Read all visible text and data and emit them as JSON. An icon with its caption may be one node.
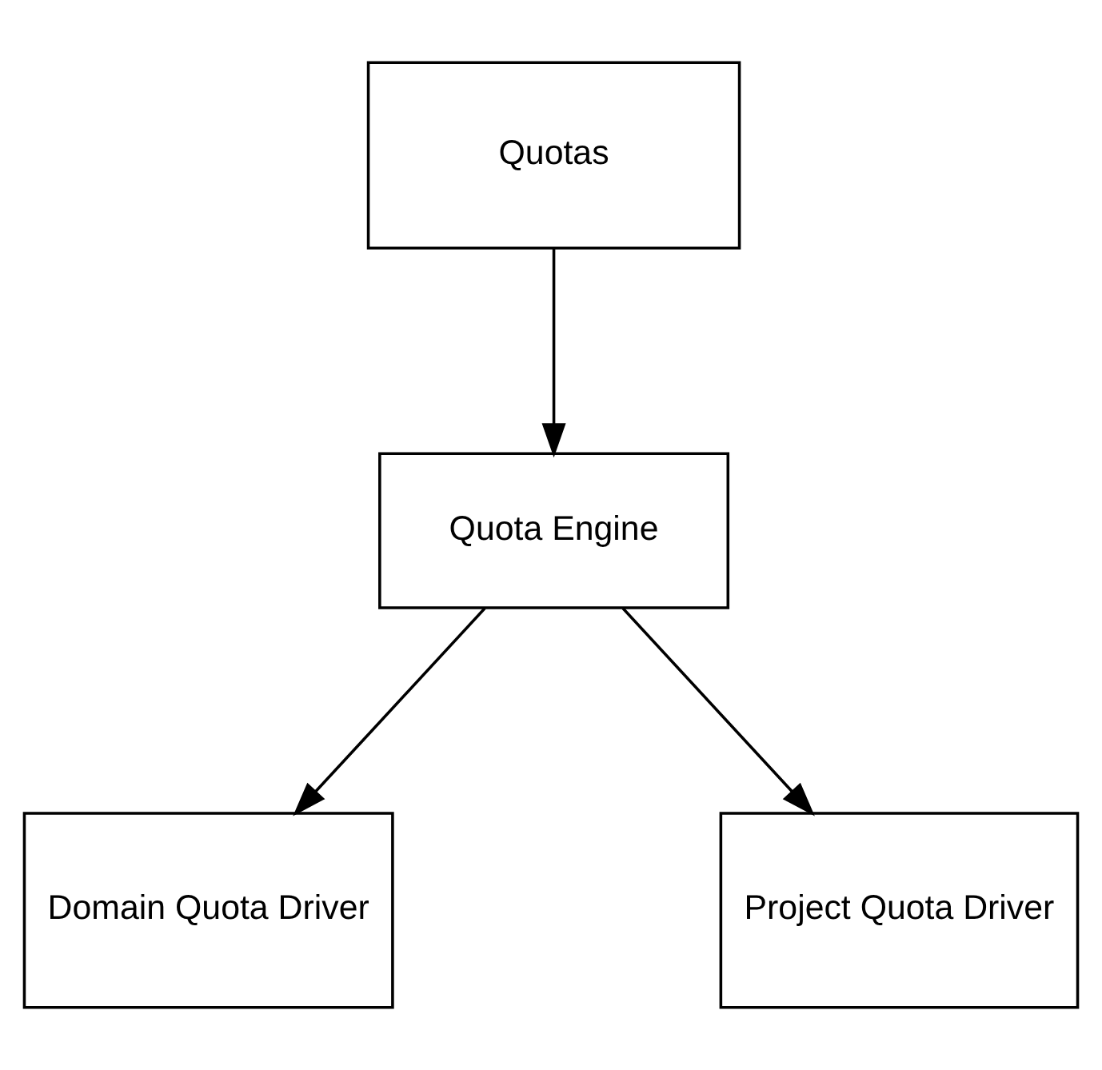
{
  "diagram": {
    "nodes": [
      {
        "text": [
          "Quotas"
        ]
      },
      {
        "text": [
          "Quota Engine"
        ]
      },
      {
        "text": [
          "Domain Quota Driver"
        ]
      },
      {
        "text": [
          "Project Quota Driver"
        ]
      }
    ],
    "edges": [
      {
        "from": 0,
        "to": 1,
        "arrow": "to"
      },
      {
        "from": 1,
        "to": 2,
        "arrow": "to"
      },
      {
        "from": 1,
        "to": 3,
        "arrow": "to"
      }
    ]
  }
}
